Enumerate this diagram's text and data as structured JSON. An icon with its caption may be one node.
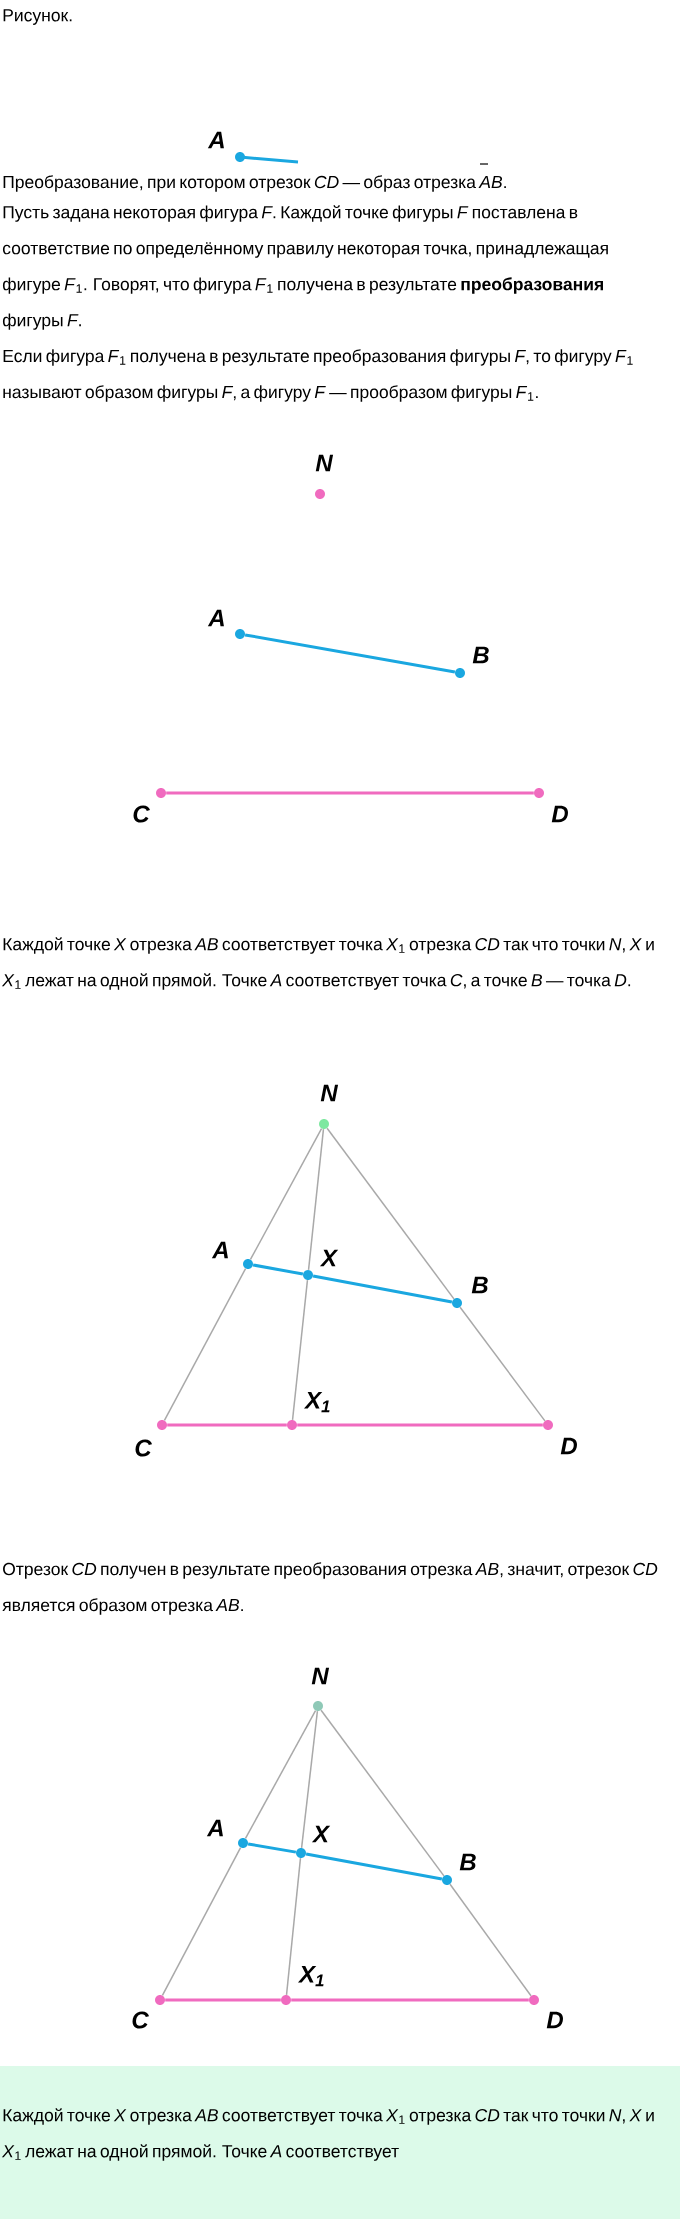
{
  "diagram": {
    "nodes": [
      {
        "text": [
          "A"
        ]
      },
      {
        "text": [
          "N"
        ]
      },
      {
        "text": [
          "A"
        ]
      },
      {
        "text": [
          "B"
        ]
      },
      {
        "text": [
          "C"
        ]
      },
      {
        "text": [
          "D"
        ]
      },
      {
        "text": [
          "N"
        ]
      },
      {
        "text": [
          "A"
        ]
      },
      {
        "text": [
          "X"
        ]
      },
      {
        "text": [
          "B"
        ]
      },
      {
        "text": [
          "C"
        ]
      },
      {
        "text": [
          "X$_{1}$"
        ]
      },
      {
        "text": [
          "D"
        ]
      },
      {
        "text": [
          "N"
        ]
      },
      {
        "text": [
          "A"
        ]
      },
      {
        "text": [
          "X"
        ]
      },
      {
        "text": [
          "B"
        ]
      },
      {
        "text": [
          "C"
        ]
      },
      {
        "text": [
          "X$_{1}$"
        ]
      },
      {
        "text": [
          "D"
        ]
      },
      {
        "text": [
          "Каждой точке *X* отрезка *AB* соответствует точка *X*$_{1}$ отрезка *CD* так что точки *N*, *X* и *X*$_{1}$ лежат на одной прямой. Точке *A* соответствует"
        ]
      }
    ],
    "edges": [
      {
        "from": 2,
        "to": 3,
        "arrow": "none",
        "color": "#1aa7e0"
      },
      {
        "from": 4,
        "to": 5,
        "arrow": "none",
        "color": "#f06bbf"
      },
      {
        "from": 6,
        "to": 7,
        "arrow": "none"
      },
      {
        "from": 7,
        "to": 10,
        "arrow": "none"
      },
      {
        "from": 6,
        "to": 8,
        "arrow": "none"
      },
      {
        "from": 8,
        "to": 11,
        "arrow": "none"
      },
      {
        "from": 6,
        "to": 9,
        "arrow": "none"
      },
      {
        "from": 9,
        "to": 12,
        "arrow": "none"
      },
      {
        "from": 7,
        "to": 8,
        "arrow": "none",
        "color": "#1aa7e0"
      },
      {
        "from": 8,
        "to": 9,
        "arrow": "none",
        "color": "#1aa7e0"
      },
      {
        "from": 10,
        "to": 11,
        "arrow": "none",
        "color": "#f06bbf"
      },
      {
        "from": 11,
        "to": 12,
        "arrow": "none",
        "color": "#f06bbf"
      },
      {
        "from": 13,
        "to": 14,
        "arrow": "none"
      },
      {
        "from": 14,
        "to": 17,
        "arrow": "none"
      },
      {
        "from": 13,
        "to": 15,
        "arrow": "none"
      },
      {
        "from": 15,
        "to": 18,
        "arrow": "none"
      },
      {
        "from": 13,
        "to": 16,
        "arrow": "none"
      },
      {
        "from": 16,
        "to": 19,
        "arrow": "none"
      },
      {
        "from": 14,
        "to": 15,
        "arrow": "none",
        "color": "#1aa7e0"
      },
      {
        "from": 15,
        "to": 16,
        "arrow": "none",
        "color": "#1aa7e0"
      },
      {
        "from": 17,
        "to": 18,
        "arrow": "none",
        "color": "#f06bbf"
      },
      {
        "from": 18,
        "to": 19,
        "arrow": "none",
        "color": "#f06bbf"
      }
    ],
    "labels": [
      "Рисунок.",
      "Преобразование, при котором отрезок *CD* — образ отрезка *AB*.",
      "Пусть задана некоторая фигура *F*. Каждой точке фигуры *F* поставлена в соответствие по определённому правилу некоторая точка, принадлежащая фигуре *F*$_{1}$. Говорят, что фигура *F*$_{1}$ получена в результате **преобразования** фигуры *F*.",
      "Если фигура *F*$_{1}$ получена в результате преобразования фигуры *F*, то фигуру *F*$_{1}$ называют образом фигуры *F*, а фигуру *F* — прообразом фигуры *F*$_{1}$.",
      "Каждой точке *X* отрезка *AB* соответствует точка *X*$_{1}$ отрезка *CD* так что точки *N*, *X* и *X*$_{1}$ лежат на одной прямой. Точке *A* соответствует точка *C*, а точке *B* — точка *D*.",
      "Отрезок *CD* получен в результате преобразования отрезка *AB*, значит, отрезок *CD* является образом отрезка *AB*."
    ]
  }
}
